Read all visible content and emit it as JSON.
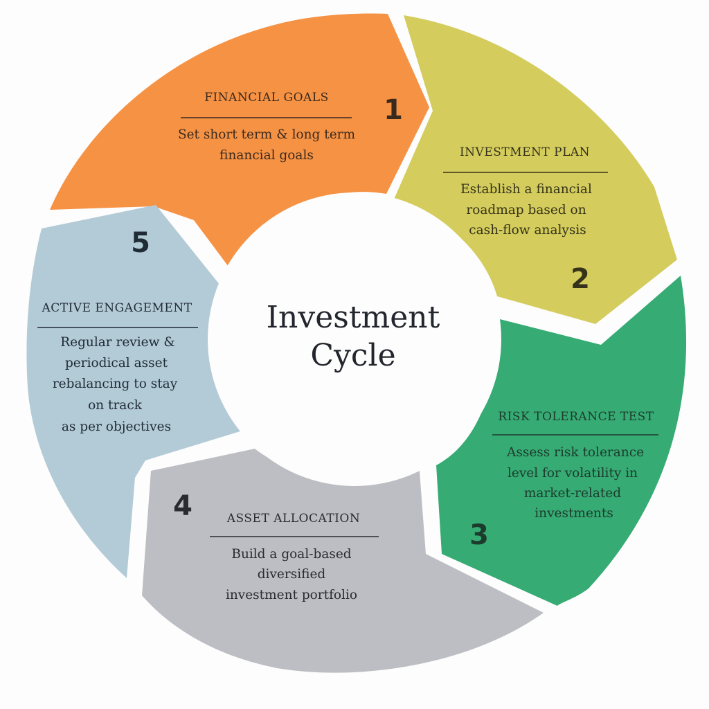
{
  "diagram": {
    "title_lines": [
      "Investment",
      "Cycle"
    ],
    "steps": [
      {
        "number": "1",
        "title": "FINANCIAL GOALS",
        "description_lines": [
          "Set short term & long term",
          "financial goals"
        ],
        "color": "#f69244",
        "text_color": "#3a2a1e"
      },
      {
        "number": "2",
        "title": "INVESTMENT PLAN",
        "description_lines": [
          "Establish a financial",
          "roadmap based on",
          "cash-flow analysis"
        ],
        "color": "#d4cc5c",
        "text_color": "#35331a"
      },
      {
        "number": "3",
        "title": "RISK TOLERANCE TEST",
        "description_lines": [
          "Assess risk tolerance",
          "level for volatility in",
          "market-related",
          "investments"
        ],
        "color": "#36ab74",
        "text_color": "#1d3b2d"
      },
      {
        "number": "4",
        "title": "ASSET ALLOCATION",
        "description_lines": [
          "Build a goal-based",
          "diversified",
          "investment portfolio"
        ],
        "color": "#bdbec3",
        "text_color": "#2a2b2f"
      },
      {
        "number": "5",
        "title": "ACTIVE ENGAGEMENT",
        "description_lines": [
          "Regular review &",
          "periodical asset",
          "rebalancing to stay",
          "on track",
          "as per objectives"
        ],
        "color": "#b3cbd7",
        "text_color": "#1f2b35"
      }
    ]
  }
}
